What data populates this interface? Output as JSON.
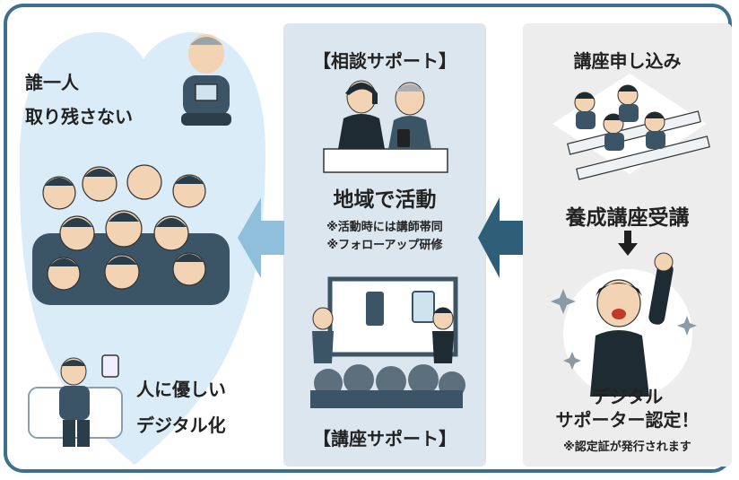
{
  "left": {
    "slogan_line1": "誰一人",
    "slogan_line2": "取り残さない",
    "bottom_line1": "人に優しい",
    "bottom_line2": "デジタル化"
  },
  "middle": {
    "consult_title": "【相談サポート】",
    "activity_title": "地域で活動",
    "note1": "※活動時には講師帯同",
    "note2": "※フォローアップ研修",
    "course_title": "【講座サポート】"
  },
  "right": {
    "apply_title": "講座申し込み",
    "training_title": "養成講座受講",
    "cert_line1": "デジタル",
    "cert_line2": "サポーター認定！",
    "cert_note": "※認定証が発行されます"
  },
  "colors": {
    "frame": "#3d6f8e",
    "heart": "#d9ecf7",
    "arrow_light": "#8fbfda",
    "arrow_dark": "#2f5f78",
    "panel_mid": "#dce6ee",
    "panel_right": "#ededed"
  }
}
